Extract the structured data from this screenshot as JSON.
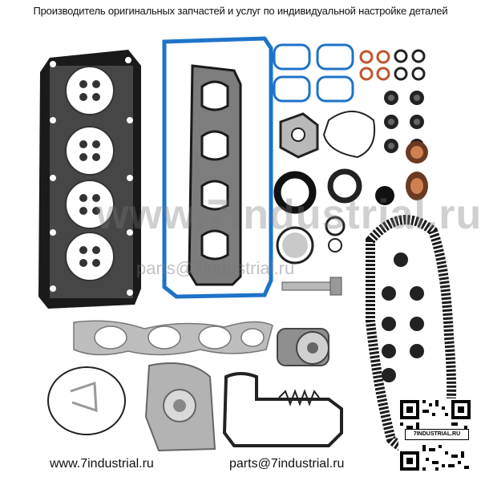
{
  "header": {
    "text": "Производитель оригинальных запчастей и услуг по индивидуальной настройке деталей"
  },
  "watermark": {
    "site": "www.7industrial.ru",
    "email": "parts@7industrial.ru"
  },
  "footer": {
    "site": "www.7industrial.ru",
    "email": "parts@7industrial.ru"
  },
  "qr": {
    "label": "7INDUSTRIAL.RU"
  },
  "colors": {
    "gasket_black": "#1a1a1a",
    "gasket_blue": "#1e73c8",
    "metal": "#b9b9b9",
    "seal_orange": "#c0552a",
    "seal_brown": "#6b3a22"
  },
  "icons": [
    "head-gasket-icon",
    "valve-cover-gasket-icon",
    "intake-gasket-icon",
    "exhaust-gasket-icon",
    "water-pump-icon",
    "timing-belt-icon",
    "tensioner-icon",
    "bolt-icon",
    "spring-icon",
    "o-ring-icon",
    "oil-seal-icon",
    "qr-code-icon"
  ]
}
